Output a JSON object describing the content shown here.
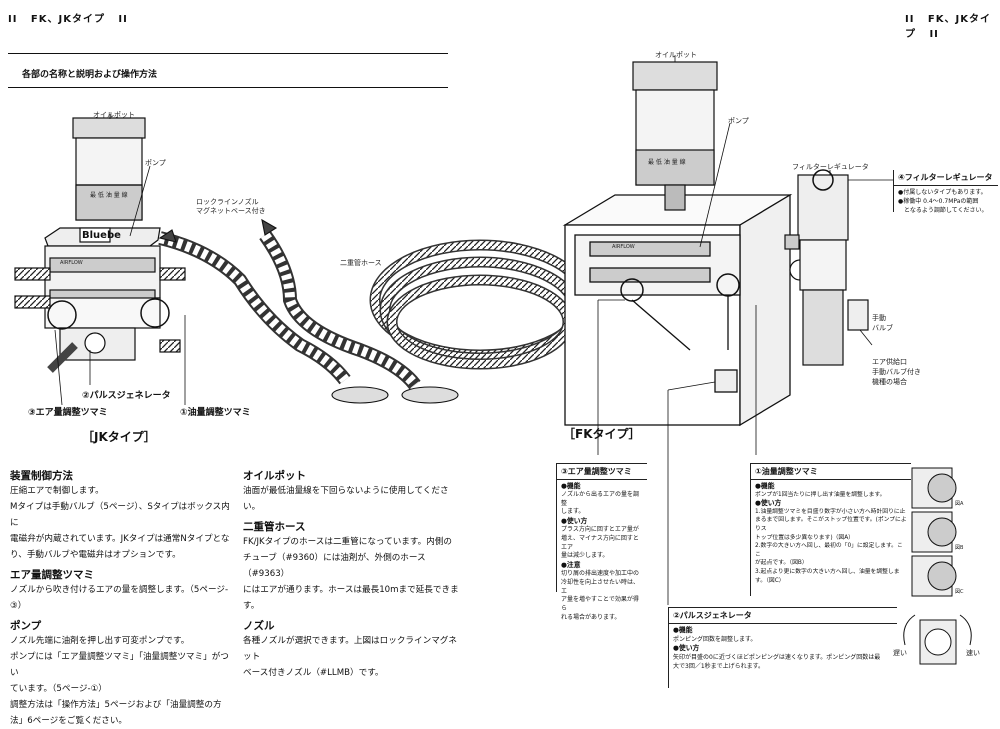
{
  "header": {
    "left_marks": "II",
    "left_title": "FK、JKタイプ",
    "left_marks_end": "II",
    "right_marks": "II",
    "right_title": "FK、JKタイプ",
    "right_marks_end": "II"
  },
  "section_title": "各部の名称と説明および操作方法",
  "jk_diagram": {
    "oil_pot": "オイルポット",
    "pump": "ポンプ",
    "min_level": "最 低 油 量 線",
    "brand": "Bluebe",
    "airflow": "AIRFLOW",
    "lockline": "ロックラインノズル\nマグネットベース付き",
    "pulse": "②パルスジェネレータ",
    "air_knob": "③エア量調整ツマミ",
    "oil_knob": "①油量調整ツマミ",
    "type_label": "［JKタイプ］"
  },
  "hose_label": "二重管ホース",
  "fk_diagram": {
    "oil_pot": "オイルポット",
    "pump": "ポンプ",
    "min_level": "最 低 油 量 線",
    "airflow": "AIRFLOW",
    "filter_reg": "フィルターレギュレータ",
    "manual_valve": "手動\nバルブ",
    "air_supply": "エア供給口\n手動バルブ付き\n機種の場合",
    "type_label": "［FKタイプ］"
  },
  "box_filter": {
    "title": "④フィルターレギュレータ",
    "lines": [
      "●付属しないタイプもあります。",
      "●稼働中 0.4〜0.7MPaの範囲",
      "　となるよう調節してください。"
    ]
  },
  "box_air": {
    "title": "③エア量調整ツマミ",
    "func_h": "●機能",
    "func": [
      "ノズルから出るエアの量を調整",
      "します。"
    ],
    "use_h": "●使い方",
    "use": [
      "プラス方向に回すとエア量が",
      "増え、マイナス方向に回すとエア",
      "量は減少します。"
    ],
    "note_h": "●注意",
    "note": [
      "切り屑の排出速度や加工中の",
      "冷却性を向上させたい時は、エ",
      "ア量を増やすことで効果が得ら",
      "れる場合があります。"
    ]
  },
  "box_oil": {
    "title": "①油量調整ツマミ",
    "func_h": "●機能",
    "func": [
      "ポンプが1回当たりに押し出す油量を調整します。"
    ],
    "use_h": "●使い方",
    "use": [
      "1.油量調整ツマミを目盛り数字が小さい方へ時計回りに止",
      "まるまで回します。そこがストップ位置です。(ポンプによりス",
      "トップ位置は多少異なります)（図A）",
      "2.数字の大きい方へ回し、最初の「0」に設定します。ここ",
      "が起点です。（図B）",
      "3.起点より更に数字の大きい方へ回し、油量を調整しま",
      "す。（図C）"
    ],
    "fig_a": "図A",
    "fig_b": "図B",
    "fig_c": "図C"
  },
  "box_pulse": {
    "title": "②パルスジェネレータ",
    "func_h": "●機能",
    "func": [
      "ポンピング回数を調整します。"
    ],
    "use_h": "●使い方",
    "use": [
      "矢印が目盛の0に近づくほどポンピングは速くなります。ポンピング回数は最",
      "大で3回／1秒まで上げられます。"
    ],
    "slow": "遅い",
    "fast": "速い"
  },
  "body_text": {
    "control_h": "装置制御方法",
    "control": [
      "圧縮エアで制御します。",
      "Mタイプは手動バルブ（5ページ）、Sタイプはボックス内に",
      "電磁弁が内蔵されています。JKタイプは通常Nタイプとな",
      "り、手動バルブや電磁弁はオプションです。"
    ],
    "air_h": "エア量調整ツマミ",
    "air": [
      "ノズルから吹き付けるエアの量を調整します。（5ページ-③）"
    ],
    "pump_h": "ポンプ",
    "pump": [
      "ノズル先端に油剤を押し出す可変ポンプです。",
      "ポンプには「エア量調整ツマミ」「油量調整ツマミ」がつい",
      "ています。（5ページ-①）",
      "調整方法は「操作方法」5ページおよび「油量調整の方",
      "法」6ページをご覧ください。"
    ],
    "oilpot_h": "オイルポット",
    "oilpot": [
      "油面が最低油量線を下回らないように使用してください。"
    ],
    "hose_h": "二重管ホース",
    "hose": [
      "FK/JKタイプのホースは二重管になっています。内側の",
      "チューブ（#9360）には油剤が、外側のホース（#9363）",
      "にはエアが通ります。ホースは最長10mまで延長できます。"
    ],
    "nozzle_h": "ノズル",
    "nozzle": [
      "各種ノズルが選択できます。上図はロックラインマグネット",
      "ベース付きノズル（#LLMB）です。"
    ]
  }
}
